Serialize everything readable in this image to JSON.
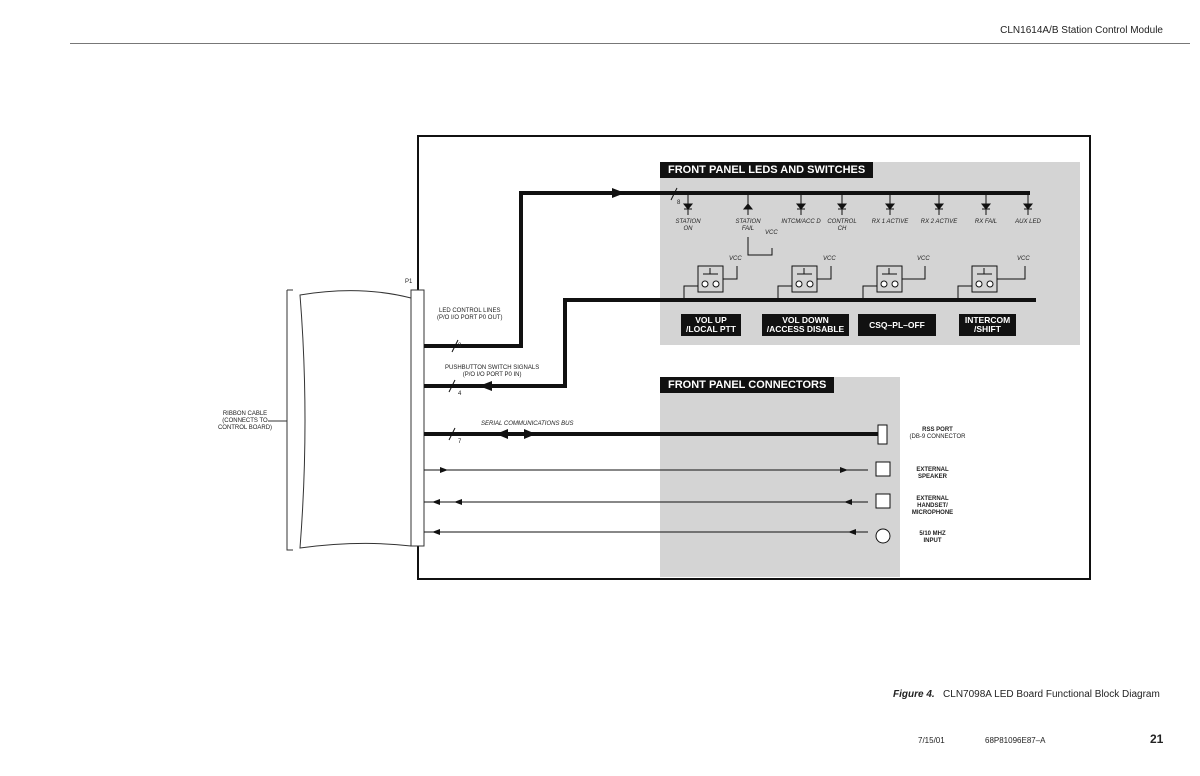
{
  "header": {
    "title": "CLN1614A/B Station Control Module"
  },
  "diagram": {
    "panel_leds_title": "FRONT PANEL LEDS AND SWITCHES",
    "panel_connectors_title": "FRONT PANEL CONNECTORS",
    "connector_label": "P1",
    "ribbon_label": [
      "RIBBON CABLE",
      "(CONNECTS TO",
      "CONTROL BOARD)"
    ],
    "led_lines": {
      "label1": "LED CONTROL LINES",
      "label2": "(P/O I/O PORT P0 OUT)",
      "count": "8"
    },
    "switch_lines": {
      "label1": "PUSHBUTTON SWITCH SIGNALS",
      "label2": "(P/O I/O PORT P0 IN)",
      "count": "4"
    },
    "serial_bus": {
      "label": "SERIAL COMMUNICATIONS BUS",
      "count": "7"
    },
    "led_bus_count": "8",
    "leds": [
      [
        "STATION",
        "ON"
      ],
      [
        "STATION",
        "FAIL"
      ],
      [
        "INTCM/ACC D",
        ""
      ],
      [
        "CONTROL",
        "CH"
      ],
      [
        "RX 1 ACTIVE",
        ""
      ],
      [
        "RX 2 ACTIVE",
        ""
      ],
      [
        "RX FAIL",
        ""
      ],
      [
        "AUX LED",
        ""
      ]
    ],
    "vcc": "VCC",
    "buttons": [
      [
        "VOL UP",
        "/LOCAL PTT"
      ],
      [
        "VOL DOWN",
        "/ACCESS DISABLE"
      ],
      [
        "CSQ–PL–OFF",
        ""
      ],
      [
        "INTERCOM",
        "/SHIFT"
      ]
    ],
    "connectors": [
      [
        "RSS PORT",
        "(DB-9  CONNECTOR",
        ""
      ],
      [
        "EXTERNAL",
        "SPEAKER",
        ""
      ],
      [
        "EXTERNAL",
        "HANDSET/",
        "MICROPHONE"
      ],
      [
        "5/10 MHZ",
        "INPUT",
        ""
      ]
    ]
  },
  "caption": {
    "figure": "Figure 4.",
    "text": "CLN7098A LED Board Functional Block Diagram"
  },
  "footer": {
    "date": "7/15/01",
    "doc": "68P81096E87–A",
    "page": "21"
  }
}
